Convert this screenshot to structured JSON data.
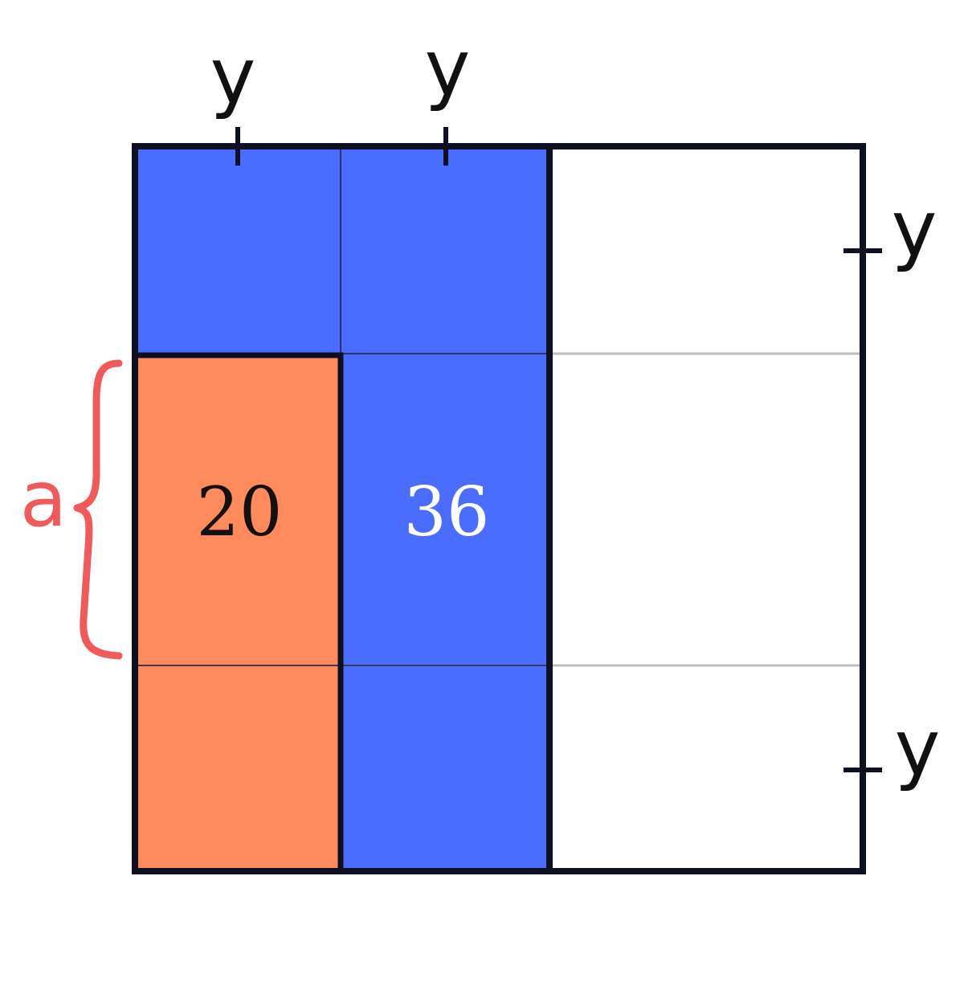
{
  "labels": {
    "top_left": "y",
    "top_right": "y",
    "right_top": "y",
    "right_bottom": "y",
    "brace": "a"
  },
  "cells": {
    "orange_value": "20",
    "blue_value": "36"
  },
  "colors": {
    "blue": "#4a6cff",
    "orange": "#ff8a5c",
    "annotation": "#f05a5a",
    "outline": "#0d1020"
  }
}
